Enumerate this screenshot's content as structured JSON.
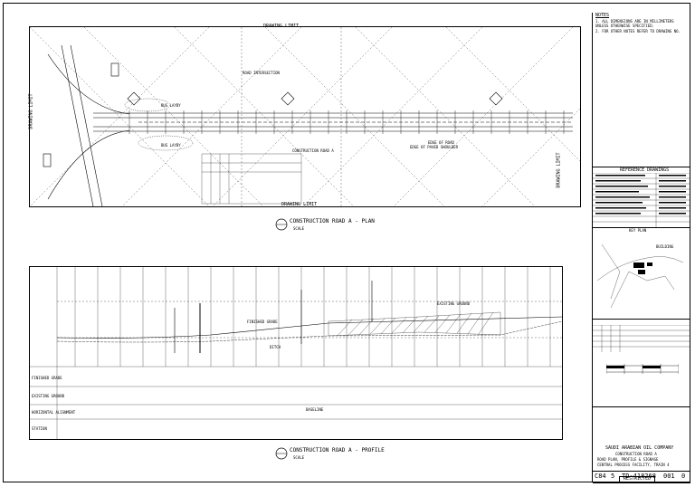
{
  "plan": {
    "drawing_limit_top": "DRAWING LIMIT",
    "drawing_limit_bottom": "DRAWING LIMIT",
    "drawing_limit_left": "DRAWING LIMIT",
    "drawing_limit_right": "DRAWING LIMIT",
    "title": "CONSTRUCTION ROAD A - PLAN",
    "scale": "SCALE",
    "note_intersection": "ROAD INTERSECTION",
    "labels": [
      "BUS LAYBY",
      "BUS LAYBY",
      "EDGE OF ROAD",
      "EDGE OF PAVED SHOULDER"
    ],
    "road_ref": "CONSTRUCTION ROAD A"
  },
  "profile": {
    "title": "CONSTRUCTION ROAD A - PROFILE",
    "scale": "SCALE",
    "row_labels": [
      "FINISHED GRADE",
      "EXISTING GROUND",
      "HORIZONTAL ALIGNMENT",
      "STATION"
    ],
    "notes": [
      "EXISTING GROUND",
      "FINISHED GRADE",
      "DITCH"
    ],
    "baseline_label": "BASELINE"
  },
  "notes_panel": {
    "heading": "NOTES",
    "items": [
      "1. ALL DIMENSIONS ARE IN MILLIMETERS UNLESS OTHERWISE SPECIFIED.",
      "2. FOR OTHER NOTES REFER TO DRAWING NO."
    ]
  },
  "reference_drawings": {
    "heading": "REFERENCE DRAWINGS",
    "rows": 10
  },
  "key_plan": {
    "heading": "KEY PLAN",
    "label": "BUILDING"
  },
  "title_block": {
    "company": "SAUDI ARABIAN OIL COMPANY",
    "line1": "CONSTRUCTION ROAD A",
    "line2": "ROAD PLAN, PROFILE & SIGNAGE",
    "line3": "CENTRAL PROCESS FACILITY, TRAIN 4",
    "sheet_no": "C84",
    "index": "5",
    "drawing_no": "TD-418268",
    "sheet": "001",
    "rev": "0",
    "restricted": "RESTRICTED"
  }
}
